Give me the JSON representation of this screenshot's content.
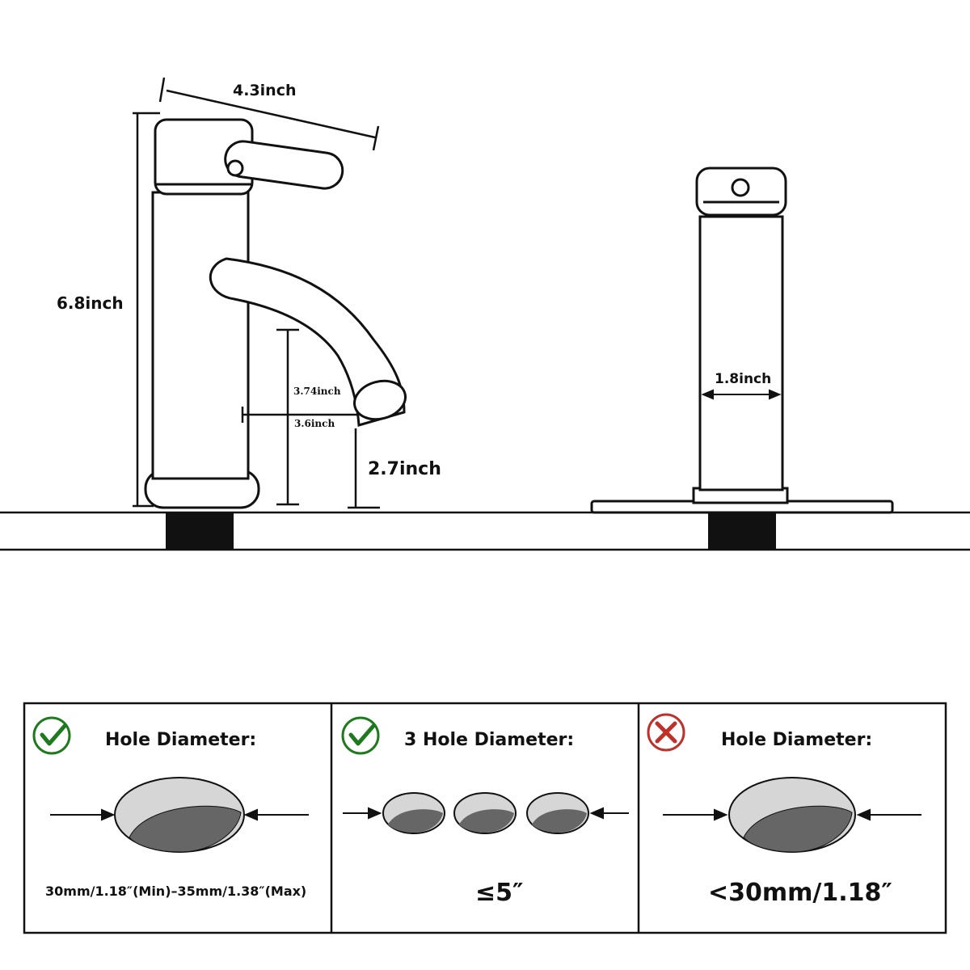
{
  "faucet_dimensions": {
    "handle_length": "4.3inch",
    "total_height": "6.8inch",
    "spout_height": "3.74inch",
    "spout_reach": "3.6inch",
    "clearance_height": "2.7inch",
    "base_width": "1.8inch"
  },
  "hole_panels": [
    {
      "status": "ok",
      "status_icon": "check-icon",
      "title": "Hole Diameter:",
      "note": "30mm/1.18″(Min)–35mm/1.38″(Max)"
    },
    {
      "status": "ok",
      "status_icon": "check-icon",
      "title": "3 Hole Diameter:",
      "note": "≤5″"
    },
    {
      "status": "not-ok",
      "status_icon": "cross-icon",
      "title": "Hole Diameter:",
      "note": "<30mm/1.18″"
    }
  ],
  "colors": {
    "check": "#1f7a1f",
    "cross": "#c0302a",
    "line": "#111111",
    "hole_fill": "#666666",
    "hole_light": "#d6d6d6"
  }
}
